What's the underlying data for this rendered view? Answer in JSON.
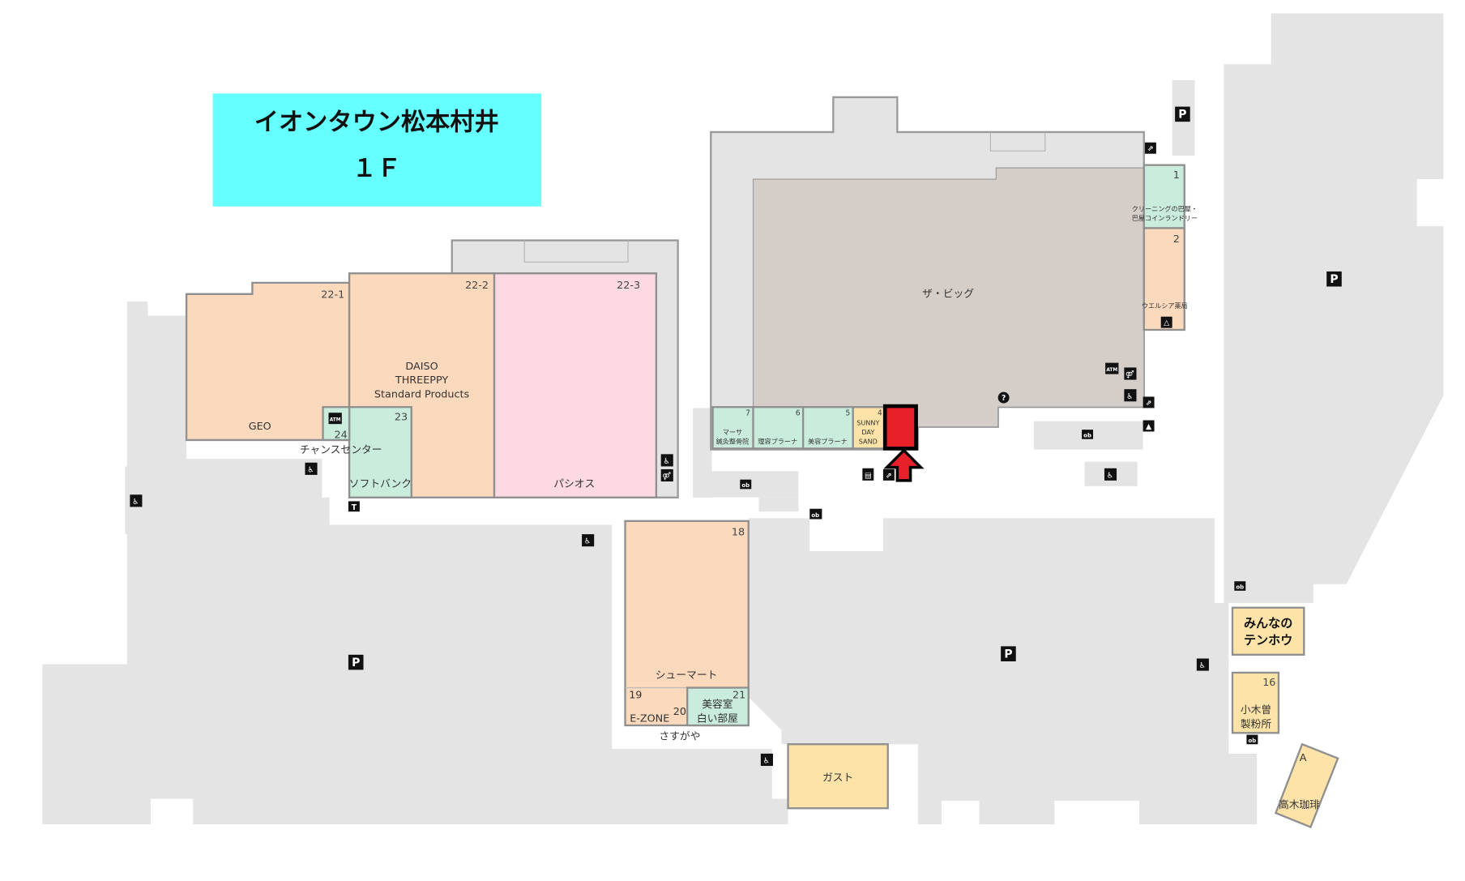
{
  "title": {
    "line1": "イオンタウン松本村井",
    "line2": "１Ｆ",
    "color": "#66ffff"
  },
  "colors": {
    "marker": "#e8202a",
    "parking_lot": "#e4e4e4",
    "peach": "#fbd9bd",
    "pink": "#fcd9e3",
    "green": "#c9ecdc",
    "yellow": "#fde3a8",
    "anchor": "#d4cdc8"
  },
  "stores": {
    "geo": {
      "num": "22-1",
      "name": "GEO"
    },
    "daiso": {
      "num": "22-2",
      "name1": "DAISO",
      "name2": "THREEPPY",
      "name3": "Standard Products"
    },
    "pasios": {
      "num": "22-3",
      "name": "パシオス"
    },
    "softbank": {
      "num": "23",
      "name": "ソフトバンク"
    },
    "chance": {
      "num": "24",
      "name": "チャンスセンター"
    },
    "thebig": {
      "name": "ザ・ビッグ"
    },
    "s1": {
      "num": "1",
      "name1": "クリーニングの巴屋・",
      "name2": "巴屋コインランドリー"
    },
    "s2": {
      "num": "2",
      "name": "ウエルシア薬局"
    },
    "s7": {
      "num": "7",
      "name1": "マーサ",
      "name2": "鍼灸整骨院"
    },
    "s6": {
      "num": "6",
      "name": "理容プラーナ"
    },
    "s5": {
      "num": "5",
      "name": "美容プラーナ"
    },
    "s4": {
      "num": "4",
      "name1": "SUNNY",
      "name2": "DAY",
      "name3": "SAND"
    },
    "s18": {
      "num": "18",
      "name": "シューマート"
    },
    "s19": {
      "num": "19",
      "name": "E-ZONE"
    },
    "s20": {
      "num": "20",
      "name": "さすがや"
    },
    "s21": {
      "num": "21",
      "name1": "美容室",
      "name2": "白い部屋"
    },
    "gusto": {
      "name": "ガスト"
    },
    "tenhou": {
      "name1": "みんなの",
      "name2": "テンホウ"
    },
    "s16": {
      "num": "16",
      "name1": "小木曽",
      "name2": "製粉所"
    },
    "sA": {
      "num": "A",
      "name": "高木珈琲"
    }
  },
  "icons": {
    "parking": "P",
    "atm": "ATM"
  }
}
